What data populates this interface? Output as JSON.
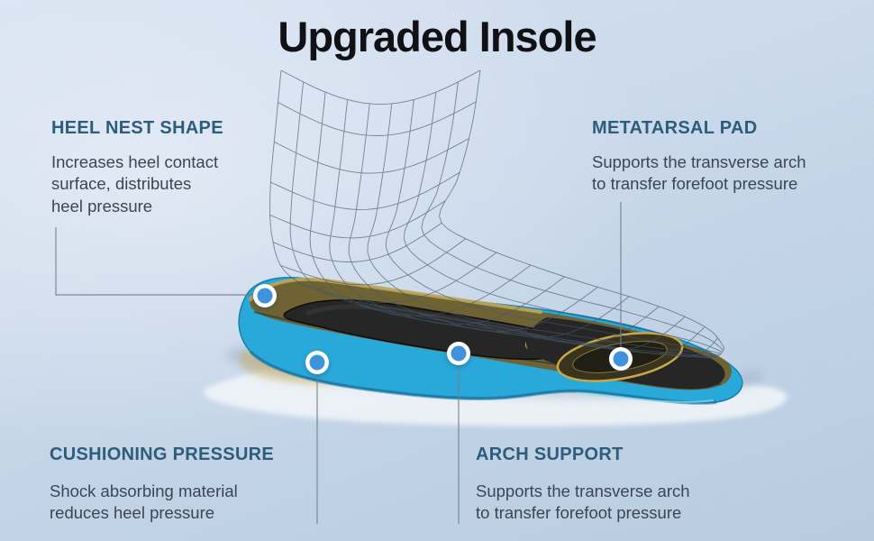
{
  "title": "Upgraded Insole",
  "callouts": {
    "heel_nest": {
      "heading": "HEEL NEST SHAPE",
      "body": "Increases heel contact\nsurface, distributes\nheel pressure",
      "marker": "heel-nest-marker"
    },
    "metatarsal": {
      "heading": "METATARSAL PAD",
      "body": "Supports the transverse arch\nto transfer forefoot pressure",
      "marker": "metatarsal-pad-marker"
    },
    "cushioning": {
      "heading": "CUSHIONING PRESSURE",
      "body": "Shock absorbing material\nreduces heel pressure",
      "marker": "cushioning-marker"
    },
    "arch": {
      "heading": "ARCH SUPPORT",
      "body": "Supports the transverse arch\nto transfer forefoot pressure",
      "marker": "arch-support-marker"
    }
  },
  "colors": {
    "title": "#101114",
    "heading": "#2D5D7B",
    "body_text": "#3C4553",
    "connector": "#76808D",
    "marker_blue": "#3F92DC",
    "insole_blue": "#29A8DA",
    "insole_black": "#262626",
    "insole_olive": "#6F6334",
    "pad_outline": "#C9A845",
    "background_top": "#D6E1F1",
    "background_bottom": "#B7CCE0"
  }
}
